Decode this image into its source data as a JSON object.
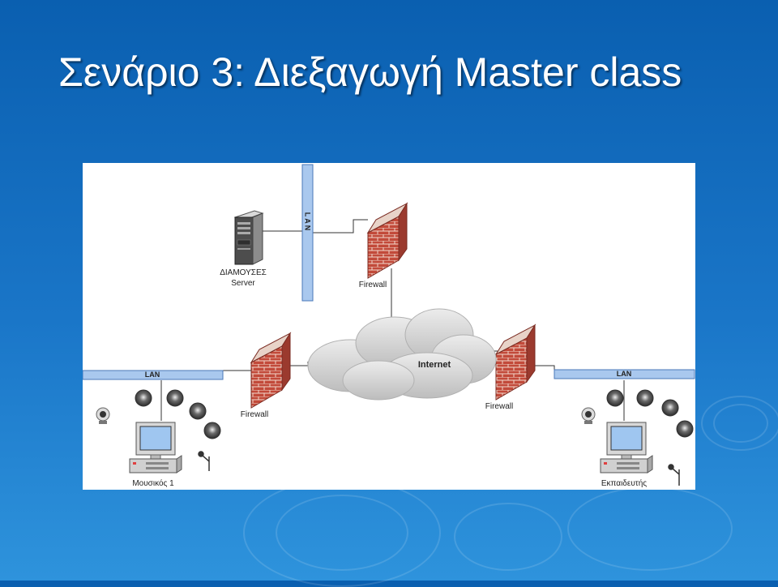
{
  "slide": {
    "title": "Σενάριο 3: Διεξαγωγή Master class"
  },
  "diagram": {
    "server": {
      "name": "ΔΙΑΜΟΥΣΕΣ",
      "role": "Server"
    },
    "lan_labels": {
      "top": "LAN",
      "left": "LAN",
      "right": "LAN"
    },
    "firewall_labels": {
      "top": "Firewall",
      "left": "Firewall",
      "right": "Firewall"
    },
    "cloud_label": "Internet",
    "stations": {
      "left": "Μουσικός 1",
      "right": "Εκπαιδευτής"
    }
  },
  "colors": {
    "background": "#1570c0",
    "lan_bar": "#a9c8ee",
    "brick": "#c0504d",
    "cloud": "#d4d4d4"
  }
}
